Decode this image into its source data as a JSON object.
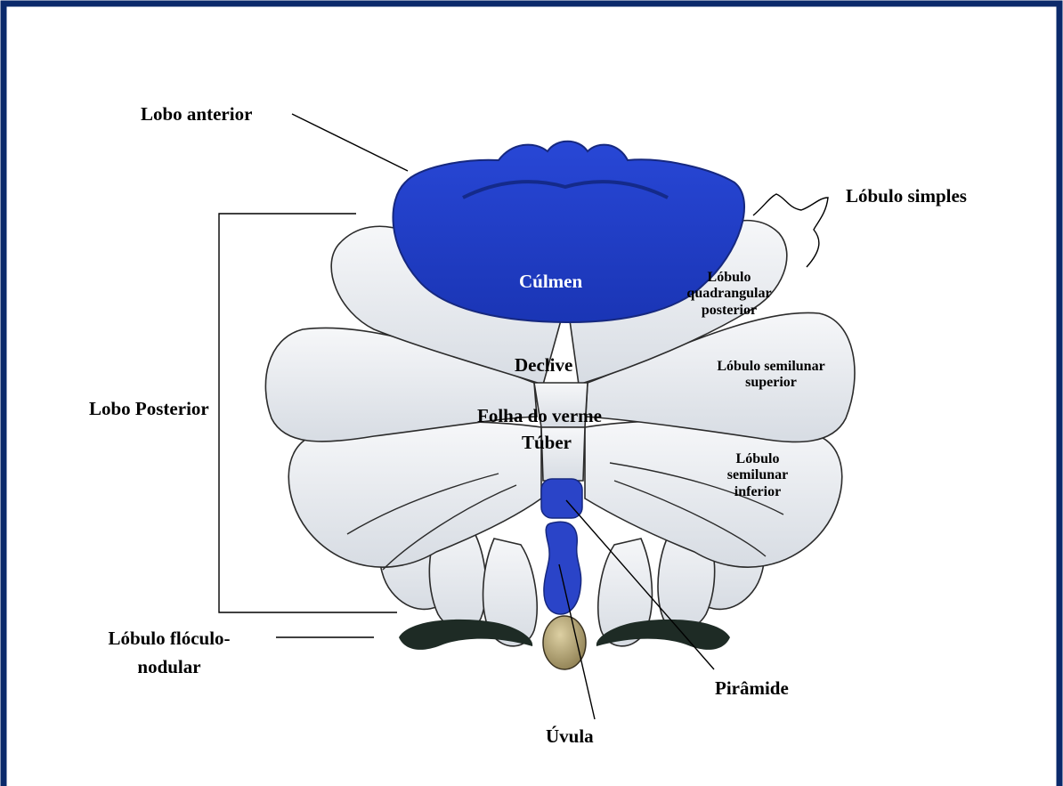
{
  "labels": {
    "lobo_anterior": "Lobo anterior",
    "lobulo_simples": "Lóbulo simples",
    "lobo_posterior": "Lobo Posterior",
    "culmen": "Cúlmen",
    "lobulo_quadrangular_posterior": [
      "Lóbulo",
      "quadrangular",
      "posterior"
    ],
    "declive": "Declive",
    "lobulo_semilunar_superior": [
      "Lóbulo semilunar",
      "superior"
    ],
    "folha_do_verme": "Folha do verme",
    "tuber": "Túber",
    "lobulo_semilunar_inferior": [
      "Lóbulo",
      "semilunar",
      "inferior"
    ],
    "lobulo_floculo_nodular": [
      "Lóbulo flóculo-",
      "nodular"
    ],
    "piramide": "Pirâmide",
    "uvula": "Úvula"
  },
  "colors": {
    "frame": "#0b2a6b",
    "anterior_lobe": "#1f3fc4",
    "vermis_blue": "#2a44c8",
    "hemisphere": "#eceff3",
    "hemisphere_shade": "#c9cfd8",
    "flocculus": "#1e2b25",
    "nodulus": "#b9a979",
    "outline": "#2b2b2b"
  }
}
